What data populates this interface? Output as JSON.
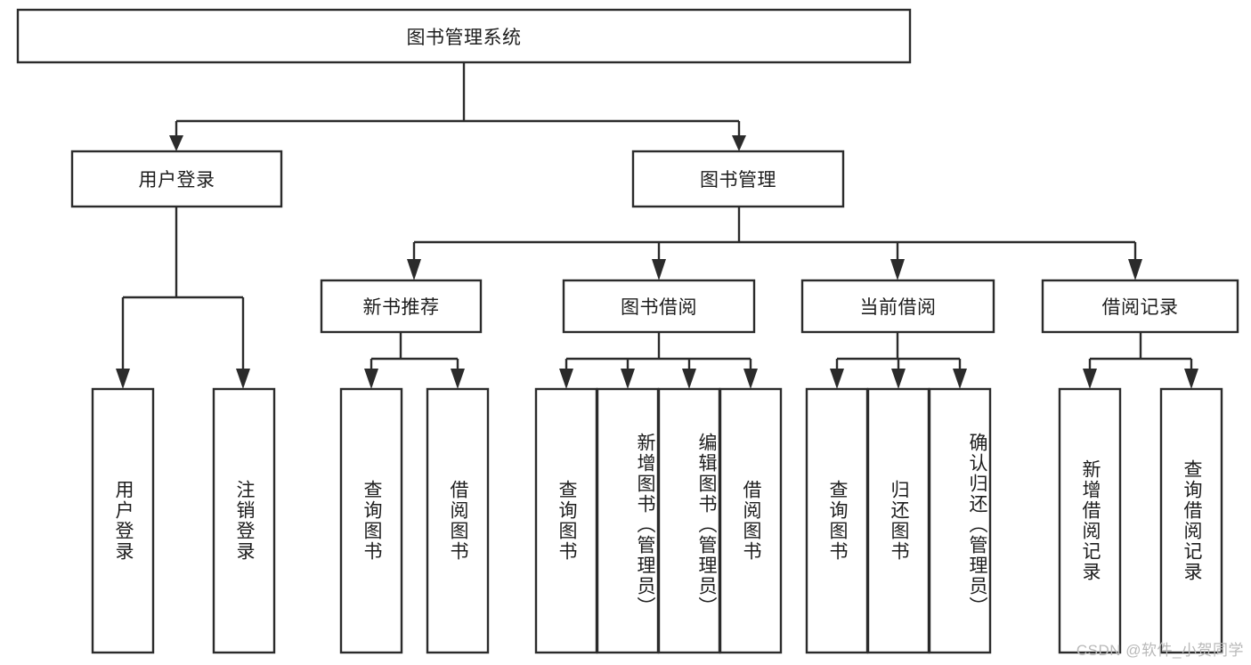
{
  "diagram": {
    "type": "tree-hierarchy",
    "title": "图书管理系统",
    "watermark": "CSDN @软件_小贺同学",
    "colors": {
      "stroke": "#2b2b2b",
      "fill": "#ffffff",
      "text": "#1d1d1d",
      "watermark": "#b9b9b9"
    },
    "root": {
      "label": "图书管理系统",
      "orientation": "horizontal"
    },
    "level2": [
      {
        "label": "用户登录",
        "orientation": "horizontal"
      },
      {
        "label": "图书管理",
        "orientation": "horizontal"
      }
    ],
    "level3": [
      {
        "label": "新书推荐",
        "orientation": "horizontal"
      },
      {
        "label": "图书借阅",
        "orientation": "horizontal"
      },
      {
        "label": "当前借阅",
        "orientation": "horizontal"
      },
      {
        "label": "借阅记录",
        "orientation": "horizontal"
      }
    ],
    "leaves": {
      "user_login": [
        {
          "label": "用户登录",
          "orientation": "vertical"
        },
        {
          "label": "注销登录",
          "orientation": "vertical"
        }
      ],
      "new_book_recommend": [
        {
          "label": "查询图书",
          "orientation": "vertical"
        },
        {
          "label": "借阅图书",
          "orientation": "vertical"
        }
      ],
      "book_borrow": [
        {
          "label": "查询图书",
          "orientation": "vertical"
        },
        {
          "label": "新增图书（管理员）",
          "orientation": "vertical"
        },
        {
          "label": "编辑图书（管理员）",
          "orientation": "vertical"
        },
        {
          "label": "借阅图书",
          "orientation": "vertical"
        }
      ],
      "current_borrow": [
        {
          "label": "查询图书",
          "orientation": "vertical"
        },
        {
          "label": "归还图书",
          "orientation": "vertical"
        },
        {
          "label": "确认归还（管理员）",
          "orientation": "vertical"
        }
      ],
      "borrow_record": [
        {
          "label": "新增借阅记录",
          "orientation": "vertical"
        },
        {
          "label": "查询借阅记录",
          "orientation": "vertical"
        }
      ]
    }
  }
}
